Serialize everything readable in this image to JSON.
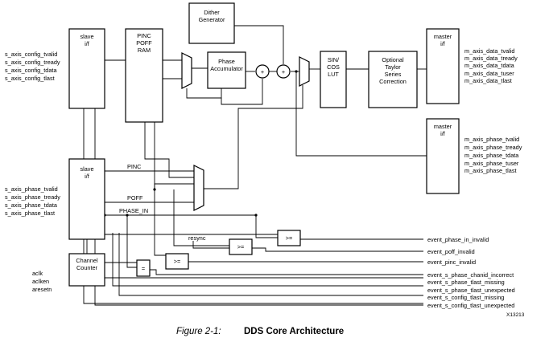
{
  "blocks": {
    "slave_if_1": [
      "slave",
      "i/f"
    ],
    "pinc_poff_ram": [
      "PINC",
      "POFF",
      "RAM"
    ],
    "dither_generator": [
      "Dither",
      "Generator"
    ],
    "phase_accumulator": [
      "Phase",
      "Accumulator"
    ],
    "sin_cos_lut": [
      "SIN/",
      "COS",
      "LUT"
    ],
    "taylor_correction": [
      "Optional",
      "Taylor",
      "Series",
      "Correction"
    ],
    "master_if_data": [
      "master",
      "i/f"
    ],
    "master_if_phase": [
      "master",
      "i/f"
    ],
    "slave_if_2": [
      "slave",
      "i/f"
    ],
    "channel_counter": [
      "Channel",
      "Counter"
    ]
  },
  "operators": {
    "adder": "+",
    "ge": ">=",
    "eq": "="
  },
  "inputs": {
    "config": [
      "s_axis_config_tvalid",
      "s_axis_config_tready",
      "s_axis_config_tdata",
      "s_axis_config_tlast"
    ],
    "phase": [
      "s_axis_phase_tvalid",
      "s_axis_phase_tready",
      "s_axis_phase_tdata",
      "s_axis_phase_tlast"
    ],
    "clock": [
      "aclk",
      "aclken",
      "aresetn"
    ]
  },
  "outputs": {
    "data": [
      "m_axis_data_tvalid",
      "m_axis_data_tready",
      "m_axis_data_tdata",
      "m_axis_data_tuser",
      "m_axis_data_tlast"
    ],
    "phase": [
      "m_axis_phase_tvalid",
      "m_axis_phase_tready",
      "m_axis_phase_tdata",
      "m_axis_phase_tuser",
      "m_axis_phase_tlast"
    ],
    "events": [
      "event_phase_in_invalid",
      "event_poff_invalid",
      "event_pinc_invalid",
      "event_s_phase_chanid_incorrect",
      "event_s_phase_tlast_missing",
      "event_s_phase_tlast_unexpected",
      "event_s_config_tlast_missing",
      "event_s_config_tlast_unexpected"
    ]
  },
  "signals": {
    "pinc": "PINC",
    "poff": "POFF",
    "phase_in": "PHASE_IN",
    "resync": "resync"
  },
  "figure_id": "X13213",
  "caption": {
    "number": "Figure 2-1:",
    "title": "DDS Core Architecture"
  }
}
